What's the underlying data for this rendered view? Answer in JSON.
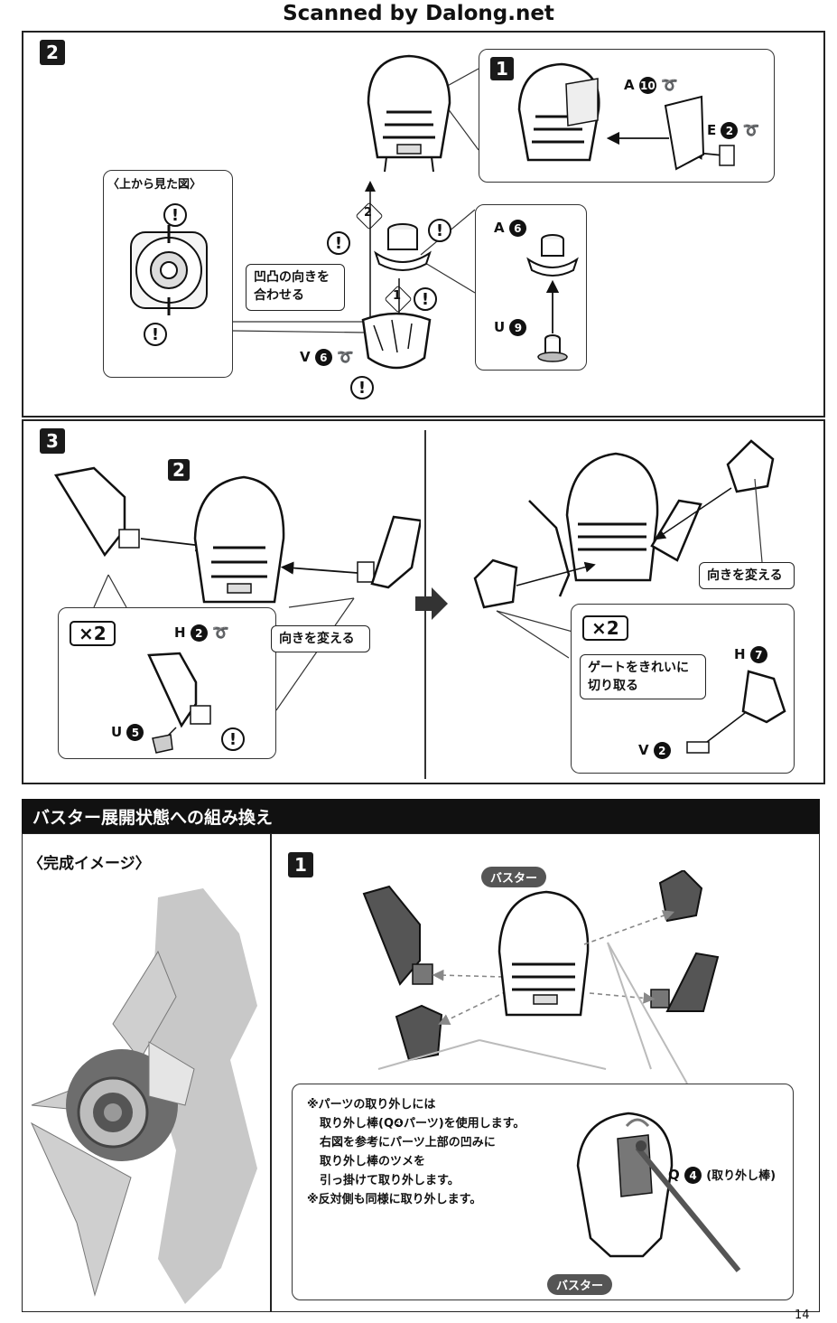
{
  "watermark": "Scanned by Dalong.net",
  "page_number": "14",
  "step2": {
    "badge": "2",
    "sub_badge": "1",
    "view_from_top": "〈上から見た図〉",
    "align_note": [
      "凹凸の向きを",
      "合わせる"
    ],
    "order_1": "1",
    "order_2": "2",
    "parts": {
      "a10": {
        "letter": "A",
        "num": "10"
      },
      "e2": {
        "letter": "E",
        "num": "2"
      },
      "a6": {
        "letter": "A",
        "num": "6"
      },
      "u9": {
        "letter": "U",
        "num": "9"
      },
      "v6": {
        "letter": "V",
        "num": "6"
      }
    }
  },
  "step3": {
    "badge": "3",
    "sub_badge": "2",
    "times2": "×2",
    "change_dir": "向きを変える",
    "gate_note": [
      "ゲートをきれいに",
      "切り取る"
    ],
    "parts": {
      "h2": {
        "letter": "H",
        "num": "2"
      },
      "u5": {
        "letter": "U",
        "num": "5"
      },
      "h7": {
        "letter": "H",
        "num": "7"
      },
      "v2": {
        "letter": "V",
        "num": "2"
      }
    }
  },
  "buster": {
    "section_title": "バスター展開状態への組み換え",
    "complete_image": "〈完成イメージ〉",
    "badge": "1",
    "tag": "バスター",
    "instructions": [
      "※パーツの取り外しには",
      "取り外し棒(Q❹パーツ)を使用します。",
      "右図を参考にパーツ上部の凹みに",
      "取り外し棒のツメを",
      "引っ掛けて取り外します。",
      "※反対側も同様に取り外します。"
    ],
    "q4": {
      "letter": "Q",
      "num": "4",
      "text": "(取り外し棒)"
    }
  },
  "colors": {
    "ink": "#111111",
    "gray_part": "#555555",
    "light_part": "#e8e8e8"
  }
}
